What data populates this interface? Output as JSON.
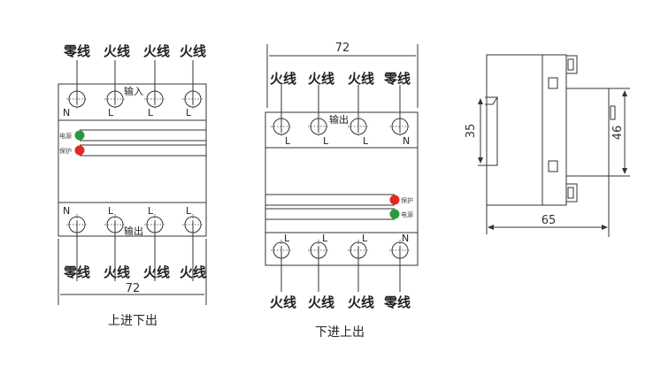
{
  "left": {
    "top_labels": [
      "零线",
      "火线",
      "火线",
      "火线"
    ],
    "bottom_labels": [
      "零线",
      "火线",
      "火线",
      "火线"
    ],
    "top_terminals": [
      "N",
      "L",
      "L",
      "L"
    ],
    "bottom_terminals": [
      "N",
      "L",
      "L",
      "L"
    ],
    "top_block": "输入",
    "bottom_block": "输出",
    "indicator_power": "电源",
    "indicator_protect": "保护",
    "width_dim": "72",
    "caption": "上进下出"
  },
  "middle": {
    "top_labels": [
      "火线",
      "火线",
      "火线",
      "零线"
    ],
    "bottom_labels": [
      "火线",
      "火线",
      "火线",
      "零线"
    ],
    "top_terminals": [
      "L",
      "L",
      "L",
      "N"
    ],
    "bottom_terminals": [
      "L",
      "L",
      "L",
      "N"
    ],
    "top_block": "输出",
    "indicator_protect": "保护",
    "indicator_power": "电源",
    "width_dim": "72",
    "caption": "下进上出"
  },
  "side": {
    "rail_dim": "35",
    "height_dim": "46",
    "depth_dim": "65"
  },
  "colors": {
    "power": "#2a9a3c",
    "protect": "#e02a20"
  }
}
